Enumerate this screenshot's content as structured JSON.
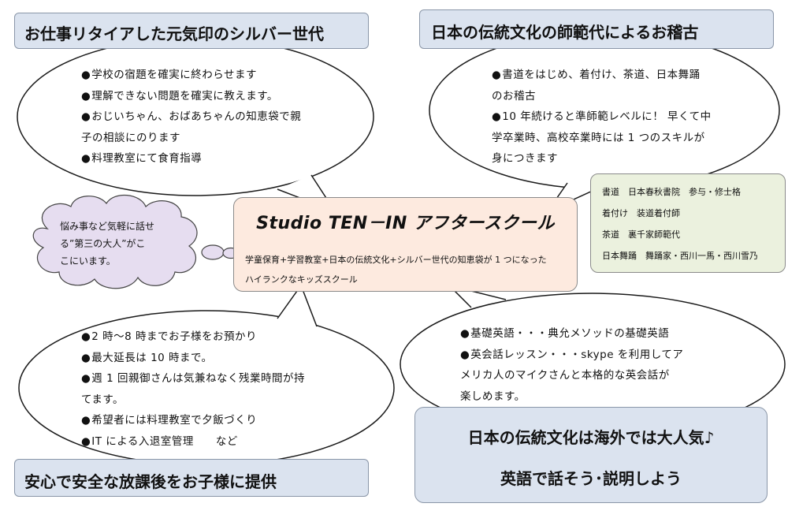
{
  "top_left": {
    "header": "お仕事リタイアした元気印のシルバー世代",
    "lines": [
      "学校の宿題を確実に終わらせます",
      "理解できない問題を確実に教えます。",
      "おじいちゃん、おばあちゃんの知恵袋で親",
      "子の相談にのります",
      "料理教室にて食育指導"
    ]
  },
  "top_right": {
    "header": "日本の伝統文化の師範代によるお稽古",
    "lines": [
      "書道をはじめ、着付け、茶道、日本舞踊",
      "のお稽古",
      "10 年続けると準師範レベルに！ 早くて中",
      "学卒業時、高校卒業時には 1 つのスキルが",
      "身につきます"
    ]
  },
  "credentials": [
    "書道　日本春秋書院　参与・修士格",
    "着付け　装道着付師",
    "茶道　裏千家師範代",
    "日本舞踊　舞踊家・西川一馬・西川雪乃"
  ],
  "center": {
    "title": "Studio TEN－IN アフタースクール",
    "sub_lines": [
      "学童保育+学習教室+日本の伝統文化+シルバー世代の知恵袋が 1 つになった",
      "ハイランクなキッズスクール"
    ]
  },
  "cloud": {
    "lines": [
      "悩み事など気軽に話せ",
      "る”第三の大人”がこ",
      "こにいます。"
    ]
  },
  "bottom_left": {
    "lines": [
      "2 時～8 時までお子様をお預かり",
      "最大延長は 10 時まで。",
      "週 1 回親御さんは気兼ねなく残業時間が持",
      "てます。",
      "希望者には料理教室で夕飯づくり",
      "IT による入退室管理　　など"
    ],
    "header": "安心で安全な放課後をお子様に提供"
  },
  "bottom_right": {
    "lines": [
      "基礎英語・・・典允メソッドの基礎英語",
      "英会話レッスン・・・skype を利用してア",
      "メリカ人のマイクさんと本格的な英会話が",
      "楽しめます。"
    ],
    "box_line1": "日本の伝統文化は海外では大人気♪",
    "box_line2": "英語で話そう･説明しよう"
  },
  "colors": {
    "header_fill": "#dbe3ef",
    "center_fill": "#fdeadf",
    "green_fill": "#ebf1de",
    "outline": "#1a1a1a"
  }
}
